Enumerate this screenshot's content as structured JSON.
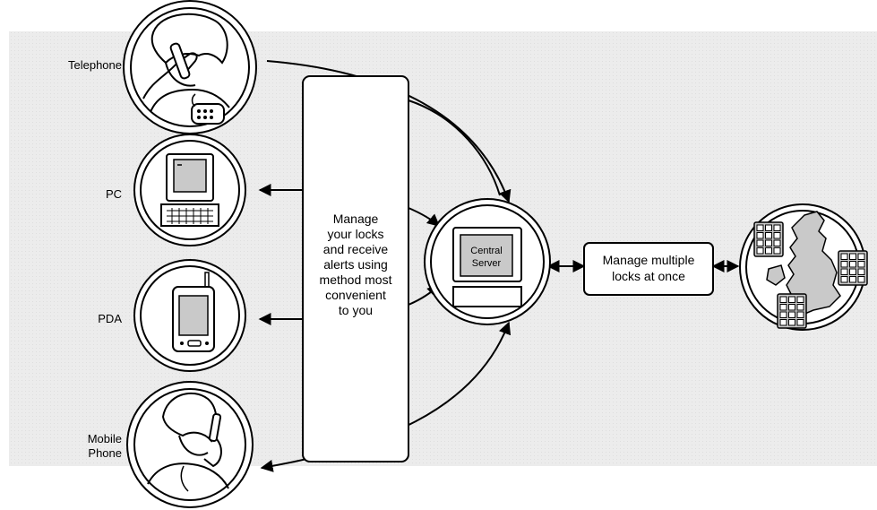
{
  "devices": [
    {
      "id": "telephone",
      "label_lines": [
        "Telephone"
      ],
      "icon": "telephone-user-icon"
    },
    {
      "id": "pc",
      "label_lines": [
        "PC"
      ],
      "icon": "desktop-pc-icon"
    },
    {
      "id": "pda",
      "label_lines": [
        "PDA"
      ],
      "icon": "pda-icon"
    },
    {
      "id": "mobile",
      "label_lines": [
        "Mobile",
        "Phone"
      ],
      "icon": "mobile-phone-user-icon"
    }
  ],
  "center_box": {
    "lines": [
      "Manage",
      "your locks",
      "and receive",
      "alerts using",
      "method most",
      "convenient",
      "to you"
    ]
  },
  "server": {
    "lines": [
      "Central",
      "Server"
    ],
    "icon": "server-computer-icon"
  },
  "right_box": {
    "lines": [
      "Manage multiple",
      "locks at once"
    ]
  },
  "map": {
    "icon": "uk-map-with-keypads-icon"
  },
  "colors": {
    "background_band": "#ececec",
    "screen_fill": "#c9c9c9",
    "stroke": "#000000"
  }
}
